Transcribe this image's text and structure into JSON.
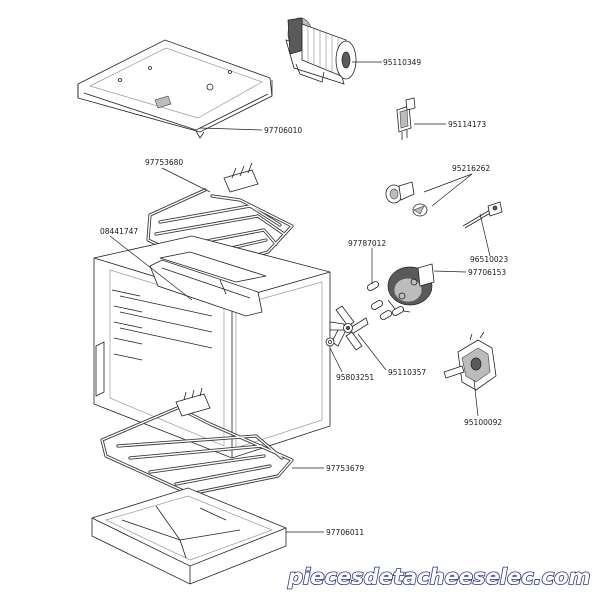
{
  "parts": {
    "p_95110349": "95110349",
    "p_97706010": "97706010",
    "p_95114173": "95114173",
    "p_97753680": "97753680",
    "p_95216262": "95216262",
    "p_08441747": "08441747",
    "p_96510023": "96510023",
    "p_97787012": "97787012",
    "p_97706153": "97706153",
    "p_95803251": "95803251",
    "p_95110357": "95110357",
    "p_95100092": "95100092",
    "p_97753679": "97753679",
    "p_97706011": "97706011"
  },
  "watermark": "piecesdetacheeselec.com"
}
